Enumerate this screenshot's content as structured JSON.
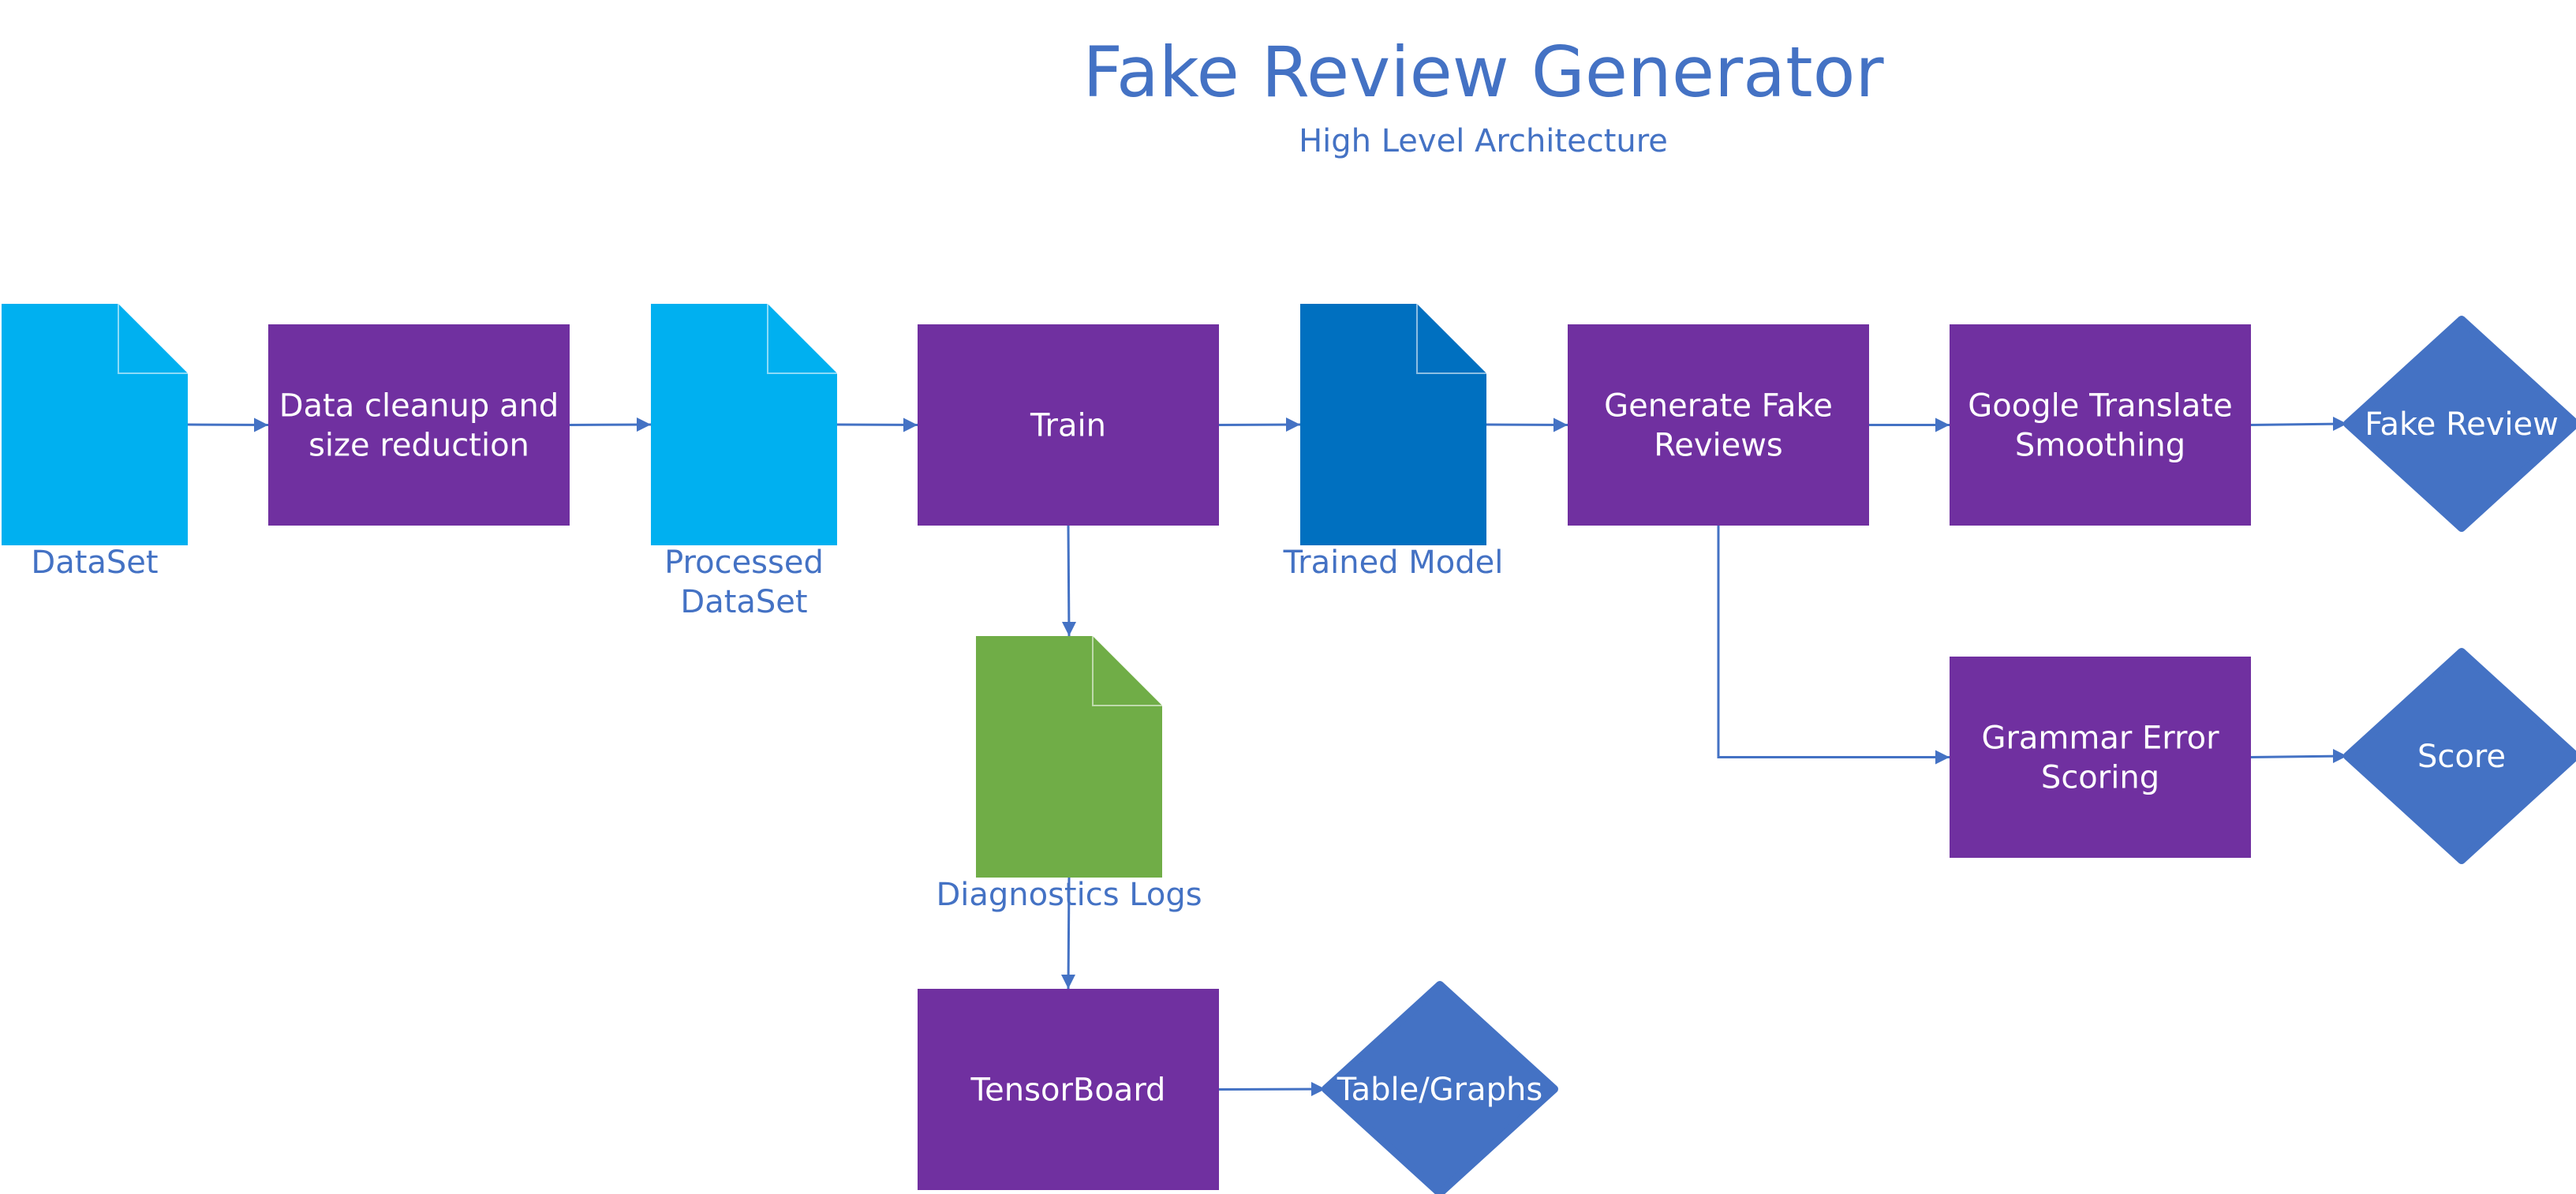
{
  "title": "Fake Review Generator",
  "subtitle": "High Level Architecture",
  "colors": {
    "process": "#7030a0",
    "doc_light": "#00b0f0",
    "doc_dark": "#0070c0",
    "doc_green": "#70ad47",
    "decision": "#4472c4",
    "edge": "#4472c4",
    "label": "#4472c4"
  },
  "documents": [
    {
      "id": "dataset",
      "label": [
        "DataSet"
      ],
      "color": "doc_light"
    },
    {
      "id": "processed",
      "label": [
        "Processed",
        "DataSet"
      ],
      "color": "doc_light"
    },
    {
      "id": "model",
      "label": [
        "Trained Model"
      ],
      "color": "doc_dark"
    },
    {
      "id": "logs",
      "label": [
        "Diagnostics Logs"
      ],
      "color": "doc_green"
    }
  ],
  "processes": [
    {
      "id": "cleanup",
      "lines": [
        "Data cleanup and",
        "size reduction"
      ]
    },
    {
      "id": "train",
      "lines": [
        "Train"
      ]
    },
    {
      "id": "generate",
      "lines": [
        "Generate Fake",
        "Reviews"
      ]
    },
    {
      "id": "translate",
      "lines": [
        "Google Translate",
        "Smoothing"
      ]
    },
    {
      "id": "grammar",
      "lines": [
        "Grammar Error",
        "Scoring"
      ]
    },
    {
      "id": "tensorboard",
      "lines": [
        "TensorBoard"
      ]
    }
  ],
  "decisions": [
    {
      "id": "fake",
      "lines": [
        "Fake Review"
      ]
    },
    {
      "id": "score",
      "lines": [
        "Score"
      ]
    },
    {
      "id": "graphs",
      "lines": [
        "Table/Graphs"
      ]
    }
  ],
  "edges": [
    {
      "from": "dataset",
      "to": "cleanup"
    },
    {
      "from": "cleanup",
      "to": "processed"
    },
    {
      "from": "processed",
      "to": "train"
    },
    {
      "from": "train",
      "to": "model"
    },
    {
      "from": "model",
      "to": "generate"
    },
    {
      "from": "generate",
      "to": "translate"
    },
    {
      "from": "translate",
      "to": "fake"
    },
    {
      "from": "train",
      "to": "logs"
    },
    {
      "from": "logs",
      "to": "tensorboard"
    },
    {
      "from": "tensorboard",
      "to": "graphs"
    },
    {
      "from": "generate",
      "to": "grammar"
    },
    {
      "from": "grammar",
      "to": "score"
    }
  ]
}
